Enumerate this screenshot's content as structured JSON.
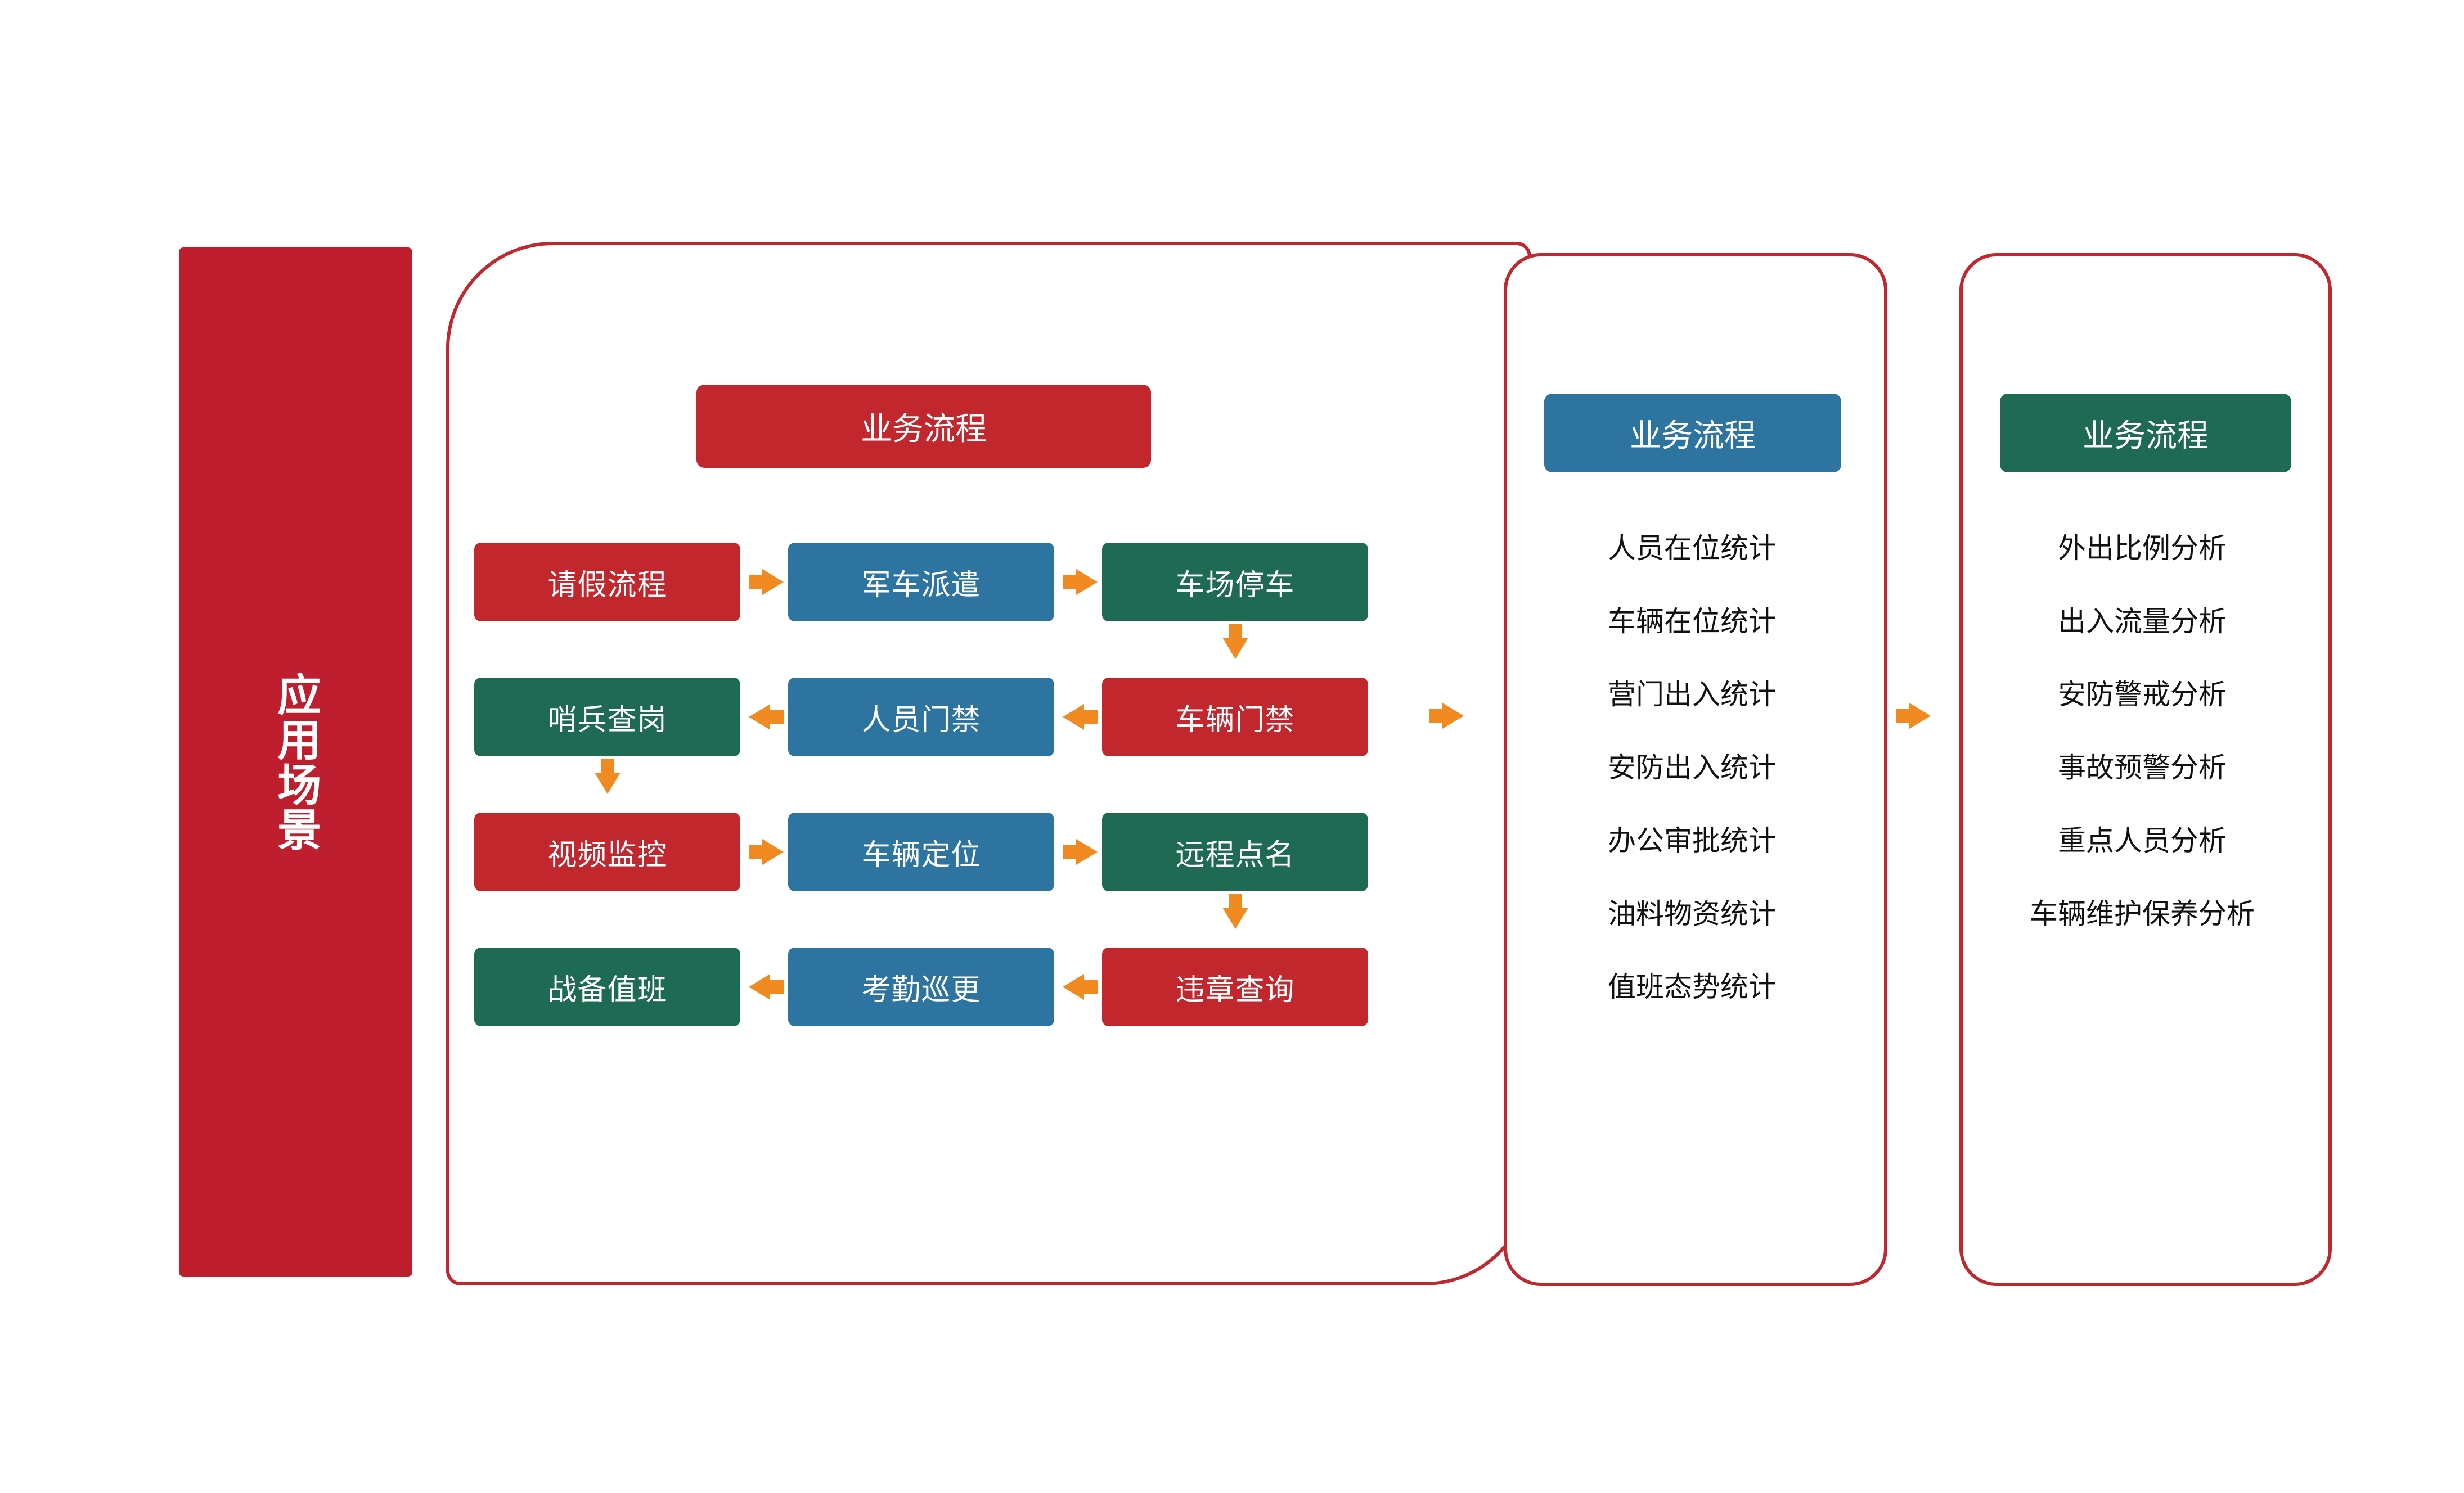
{
  "colors": {
    "red": "#C1272D",
    "blue": "#2E74A0",
    "green": "#1E6A52",
    "orange": "#F18A21",
    "banner_red": "#BE1E2D",
    "text_dark": "#111111",
    "background": "#FFFFFF"
  },
  "banner": {
    "label": "应用场景"
  },
  "panel_flow": {
    "title": "业务流程",
    "grid": [
      [
        {
          "label": "请假流程",
          "color": "red"
        },
        {
          "label": "军车派遣",
          "color": "blue"
        },
        {
          "label": "车场停车",
          "color": "green"
        }
      ],
      [
        {
          "label": "哨兵查岗",
          "color": "green"
        },
        {
          "label": "人员门禁",
          "color": "blue"
        },
        {
          "label": "车辆门禁",
          "color": "red"
        }
      ],
      [
        {
          "label": "视频监控",
          "color": "red"
        },
        {
          "label": "车辆定位",
          "color": "blue"
        },
        {
          "label": "远程点名",
          "color": "green"
        }
      ],
      [
        {
          "label": "战备值班",
          "color": "green"
        },
        {
          "label": "考勤巡更",
          "color": "blue"
        },
        {
          "label": "违章查询",
          "color": "red"
        }
      ]
    ],
    "arrow_directions_by_row": [
      "right",
      "left",
      "right",
      "left"
    ],
    "vertical_connectors": [
      {
        "from": "车场停车",
        "to": "车辆门禁",
        "direction": "down",
        "column": 2
      },
      {
        "from": "哨兵查岗",
        "to": "视频监控",
        "direction": "down",
        "column": 0
      },
      {
        "from": "远程点名",
        "to": "违章查询",
        "direction": "down",
        "column": 2
      }
    ]
  },
  "panel_stats": {
    "title": "业务流程",
    "items": [
      "人员在位统计",
      "车辆在位统计",
      "营门出入统计",
      "安防出入统计",
      "办公审批统计",
      "油料物资统计",
      "值班态势统计"
    ]
  },
  "panel_analysis": {
    "title": "业务流程",
    "items": [
      "外出比例分析",
      "出入流量分析",
      "安防警戒分析",
      "事故预警分析",
      "重点人员分析",
      "车辆维护保养分析"
    ]
  },
  "connectors": {
    "flow_to_stats": "arrow-right-icon",
    "stats_to_analysis": "arrow-right-icon"
  }
}
